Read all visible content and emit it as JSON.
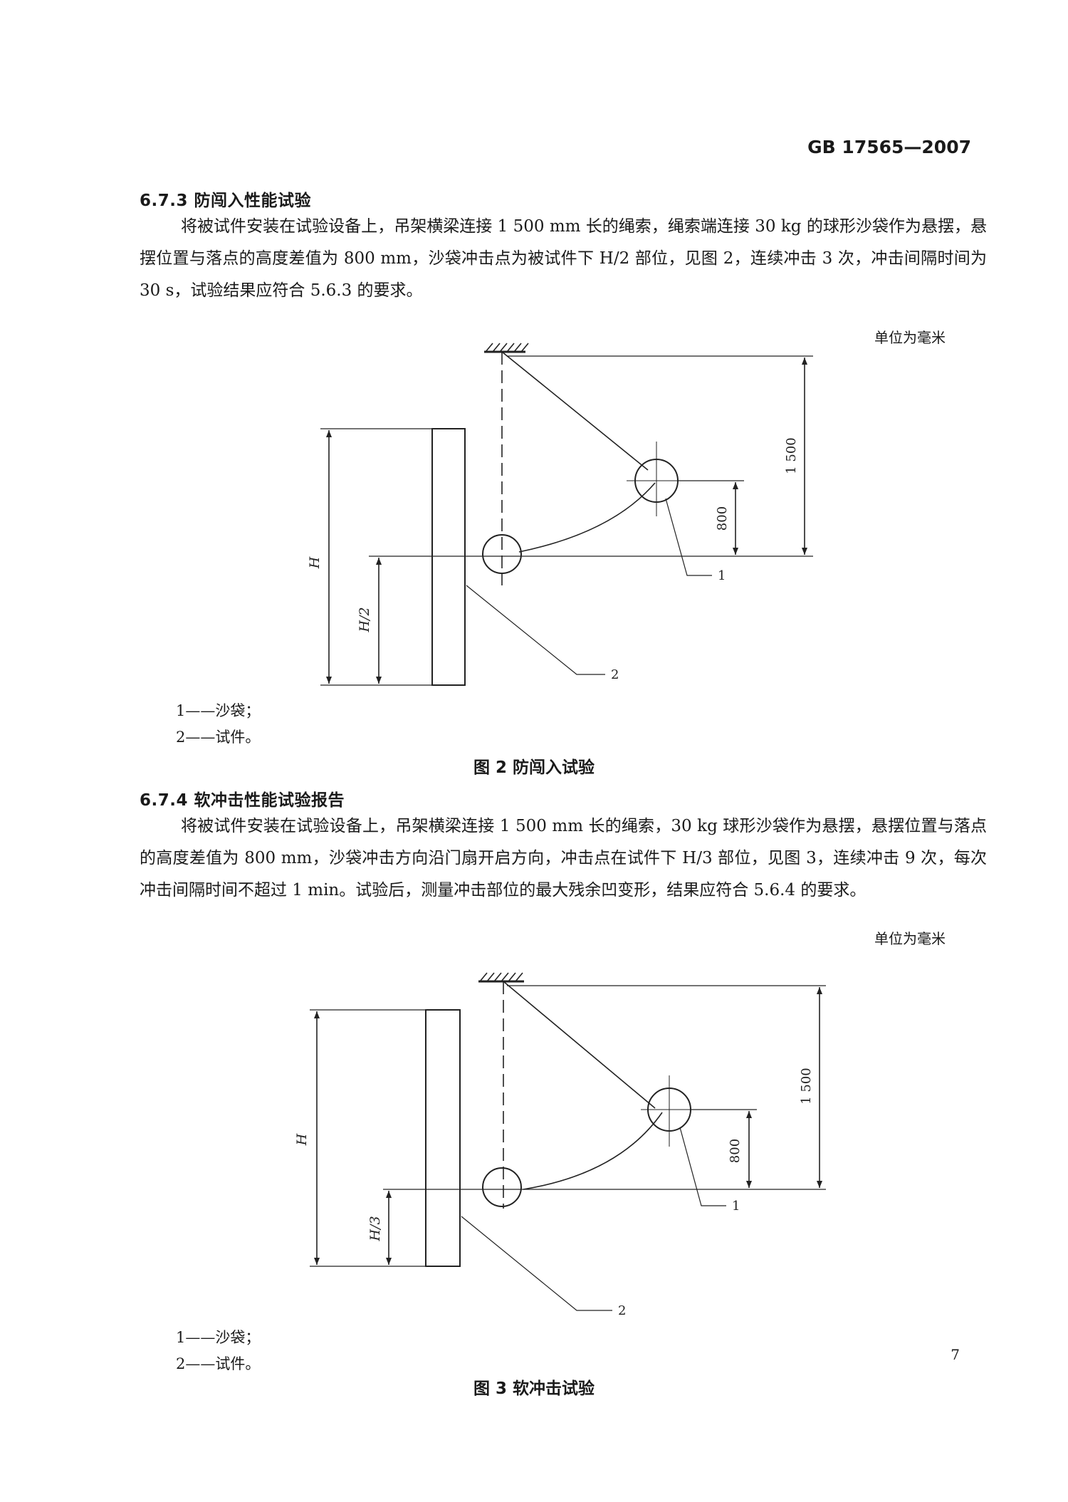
{
  "header": {
    "standard_number": "GB 17565—2007"
  },
  "sections": [
    {
      "heading": "6.7.3  防闯入性能试验",
      "body": "将被试件安装在试验设备上，吊架横梁连接 1 500 mm 长的绳索，绳索端连接 30 kg 的球形沙袋作为悬摆，悬摆位置与落点的高度差值为 800 mm，沙袋冲击点为被试件下 H/2 部位，见图 2，连续冲击 3 次，冲击间隔时间为 30 s，试验结果应符合 5.6.3 的要求。"
    },
    {
      "heading": "6.7.4  软冲击性能试验报告",
      "body": "将被试件安装在试验设备上，吊架横梁连接 1 500 mm 长的绳索，30 kg 球形沙袋作为悬摆，悬摆位置与落点的高度差值为 800 mm，沙袋冲击方向沿门扇开启方向，冲击点在试件下 H/3 部位，见图 3，连续冲击 9 次，每次冲击间隔时间不超过 1 min。试验后，测量冲击部位的最大残余凹变形，结果应符合 5.6.4 的要求。"
    }
  ],
  "figures": [
    {
      "unit_note": "单位为毫米",
      "labels": {
        "rope_length": "1 500",
        "drop_height": "800",
        "height": "H",
        "impact_height": "H/2",
        "callout_1": "1",
        "callout_2": "2"
      },
      "legend": [
        "1——沙袋；",
        "2——试件。"
      ],
      "caption": "图 2  防闯入试验"
    },
    {
      "unit_note": "单位为毫米",
      "labels": {
        "rope_length": "1 500",
        "drop_height": "800",
        "height": "H",
        "impact_height": "H/3",
        "callout_1": "1",
        "callout_2": "2"
      },
      "legend": [
        "1——沙袋；",
        "2——试件。"
      ],
      "caption": "图 3  软冲击试验"
    }
  ],
  "footer": {
    "page_number": "7"
  }
}
